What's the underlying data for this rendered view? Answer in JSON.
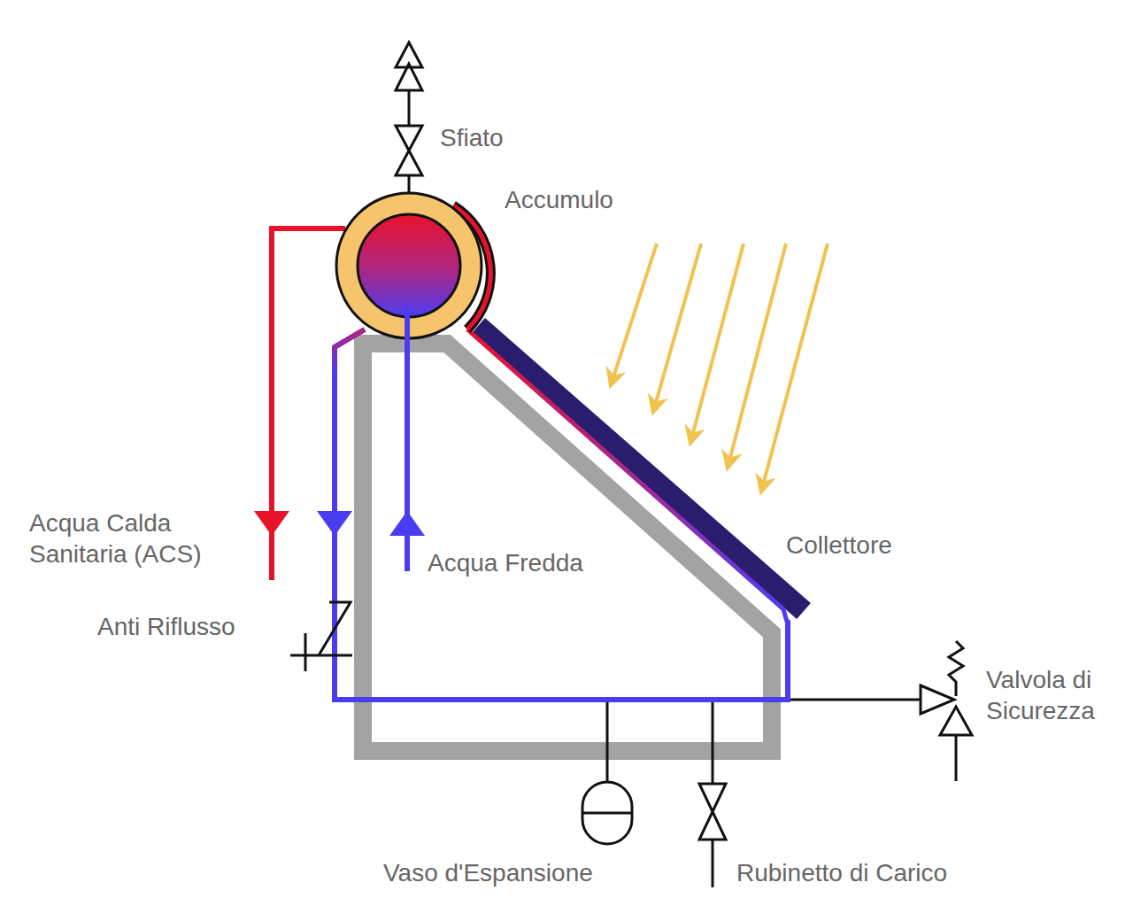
{
  "diagram": {
    "labels": [
      "Sfiato",
      "Accumulo",
      "Acqua Calda Sanitaria (ACS)",
      "Acqua Fredda",
      "Collettore",
      "Anti Riflusso",
      "Valvola di Sicurezza",
      "Vaso d'Espansione",
      "Rubinetto di Carico"
    ]
  }
}
